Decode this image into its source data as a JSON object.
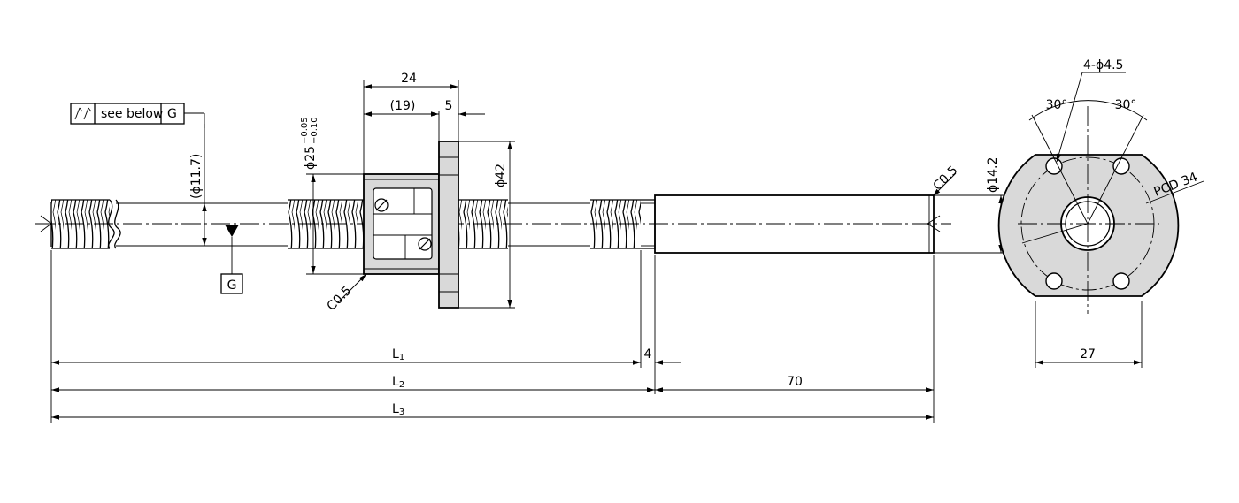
{
  "callouts": {
    "nut_length": "24",
    "nut_body": "(19)",
    "flange_thickness": "5",
    "nut_diameter": "ϕ25",
    "nut_tol_upper": "−0.05",
    "nut_tol_lower": "−0.10",
    "flange_diameter": "ϕ42",
    "root_diameter": "(ϕ11.7)",
    "chamfer_nut": "C0.5",
    "chamfer_shaft": "C0.5",
    "shaft_diameter": "ϕ14.2",
    "shaft_end_length": "70",
    "l1_label": "L",
    "l1_sub": "1",
    "l1_gap": "4",
    "l2_label": "L",
    "l2_sub": "2",
    "l3_label": "L",
    "l3_sub": "3",
    "holes": "4-ϕ4.5",
    "angle_left": "30°",
    "angle_right": "30°",
    "pcd": "PCD 34",
    "flange_width": "27"
  },
  "runout_frame": {
    "note": "see below",
    "datum": "G"
  },
  "datum_label": "G"
}
